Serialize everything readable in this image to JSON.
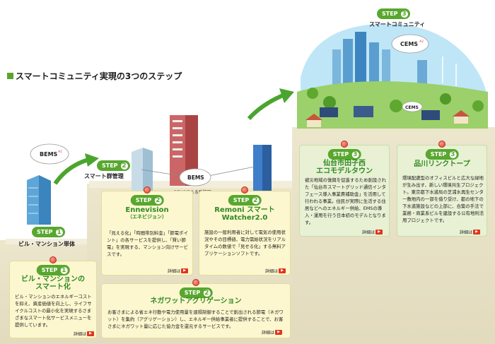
{
  "heading": "スマートコミュニティ実現の3つのステップ",
  "colors": {
    "green": "#58a72e",
    "title_green": "#2f8a25",
    "card_yellow": "#fdf7cf",
    "card_green": "#e8f1d4",
    "stair": "#e6dfc3",
    "arrow": "#4aa52e"
  },
  "steps": [
    {
      "word": "STEP",
      "num": "1",
      "label": "ビル・マンション単体",
      "bubble": "BEMS",
      "bubble_sup": "※1"
    },
    {
      "word": "STEP",
      "num": "2",
      "label": "スマート群管理",
      "bubble": "BEMS",
      "caption": "BEMSによる群管理"
    },
    {
      "word": "STEP",
      "num": "3",
      "label": "スマートコミュニティ",
      "bubble": "CEMS",
      "bubble_sup": "※2"
    }
  ],
  "cards": {
    "building": {
      "step": "1",
      "title_1": "ビル・マンションの",
      "title_2": "スマート化",
      "body": "ビル・マンションのエネルギーコストを抑え、資産価値を向上し、ライフサイクルコストの最小化を実現するさまざまなスマート化サービスメニューを提供しています。",
      "detail": "詳細は"
    },
    "ennevision": {
      "step": "2",
      "title_1": "Ennevision",
      "title_2": "（エネビジョン）",
      "body": "「見える化」「時間帯別料金」「節電ポイント」の各サービスを提供し、「賢い節電」を実現する、マンション向けサービスです。",
      "detail": "詳細は"
    },
    "remoni": {
      "step": "2",
      "title_1": "Remoni スマート",
      "title_2": "Watcher2.0",
      "body": "施設の一般利用者に対して電気の使用状況やその目標値、電力需給状況をリアルタイムの数値で「見せる化」する無料アプリケーションソフトです。",
      "detail": "詳細は"
    },
    "negawatt": {
      "step": "2",
      "title_1": "ネガワットアグリゲーション",
      "body": "お客さまによる省エネ行動や電力使用量を遠隔制御することで創出される節電（ネガワット）を集約（アグリゲーション）し、エネルギー供給事業者に提供することで、お客さまにネガワット量に応じた協力金を還元するサービスです。",
      "detail": "詳細は"
    },
    "sendai": {
      "step": "3",
      "title_1": "仙台市田子西",
      "title_2": "エコモデルタウン",
      "body": "被災地域の復興を促進するため創設された「仙台市スマートグリッド通信インタフェース導入事業費補助金」を活用して行われる事業。住民が実際に生活する住居などへのエネルギー供給、EMSの導入・運用を行う日本初のモデルとなります。",
      "detail": "詳細は"
    },
    "shinagawa": {
      "step": "3",
      "title_1": "品川リンクトープ",
      "body": "環境配慮型のオフィスビルと広大な緑地が生み出す、新しい環境共生プロジェクト。東京都下水道局の芝浦水再生センター敷地内の一部を借り受け、都の地下の下水道施設などの上部に、合築の手法で業務・商業系ビルを建設する公有地利活用プロジェクトです。",
      "detail": "詳細は"
    }
  }
}
